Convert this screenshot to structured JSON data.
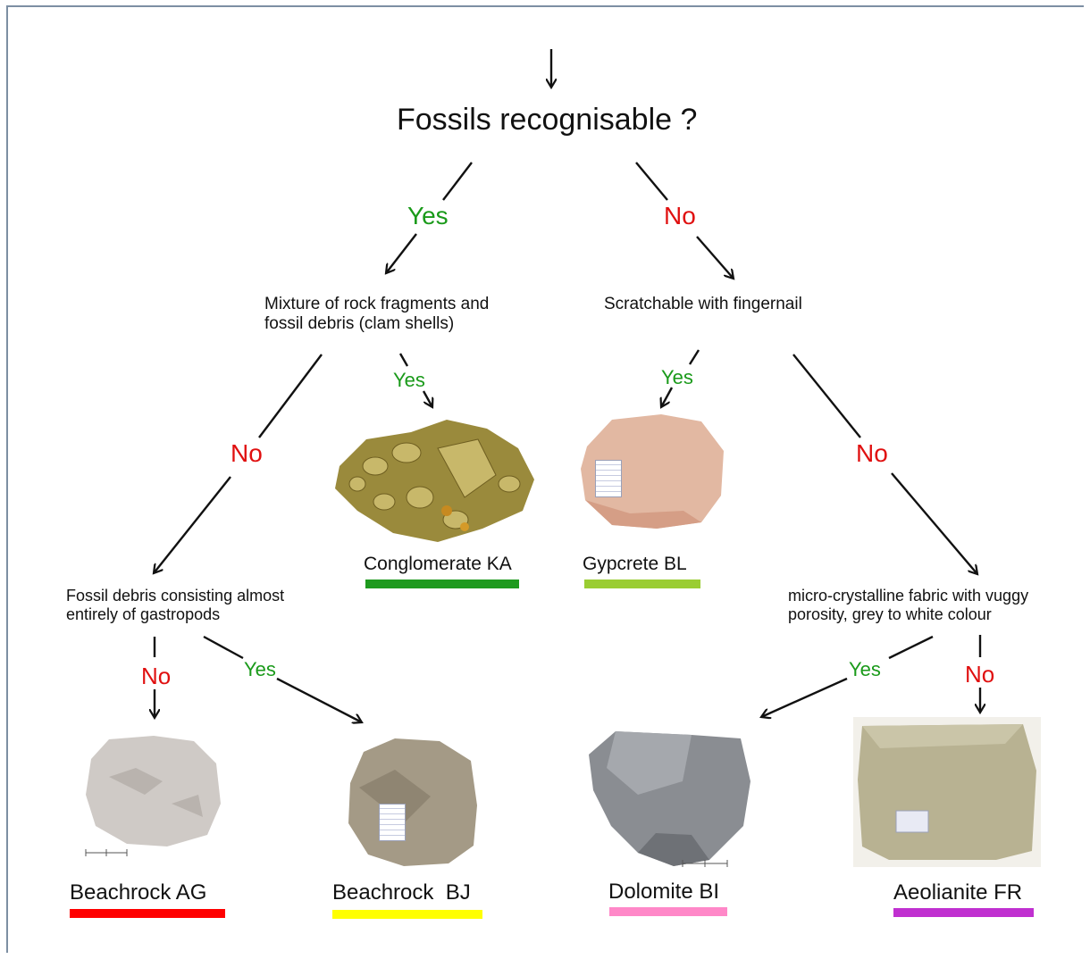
{
  "top_question": "Fossils recognisable ?",
  "branch_yes_1": "Yes",
  "branch_no_1": "No",
  "q_mixture": [
    "Mixture of rock fragments and",
    "fossil debris (clam shells)"
  ],
  "q_scratch": "Scratchable with fingernail",
  "q_gastropods": [
    "Fossil debris consisting almost",
    "entirely of gastropods"
  ],
  "q_micro": [
    "micro-crystalline fabric with vuggy",
    "porosity, grey to white colour"
  ],
  "labels": {
    "yes": "Yes",
    "no": "No"
  },
  "rocks": [
    {
      "name": "Conglomerate KA",
      "color": "#1e9a1e"
    },
    {
      "name": "Gypcrete BL",
      "color": "#9acd32"
    },
    {
      "name": "Beachrock AG",
      "color": "#ff0000"
    },
    {
      "name": "Beachrock  BJ",
      "color": "#ffff00"
    },
    {
      "name": "Dolomite BI",
      "color": "#ff88c8"
    },
    {
      "name": "Aeolianite FR",
      "color": "#c030d0"
    }
  ]
}
